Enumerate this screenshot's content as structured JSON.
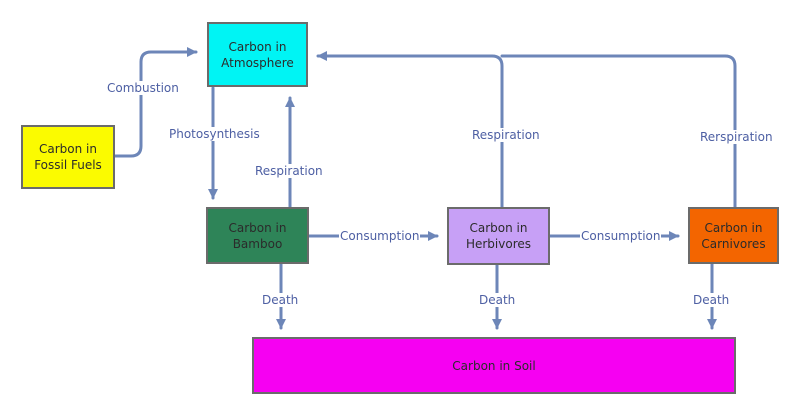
{
  "nodes": {
    "atmosphere": {
      "line1": "Carbon in",
      "line2": "Atmosphere",
      "color": "#00f4f4"
    },
    "fossil": {
      "line1": "Carbon in",
      "line2": "Fossil Fuels",
      "color": "#fbfb00"
    },
    "bamboo": {
      "line1": "Carbon in",
      "line2": "Bamboo",
      "color": "#2e8458"
    },
    "herbivores": {
      "line1": "Carbon in",
      "line2": "Herbivores",
      "color": "#c7a0f6"
    },
    "carnivores": {
      "line1": "Carbon in",
      "line2": "Carnivores",
      "color": "#f36500"
    },
    "soil": {
      "label": "Carbon in Soil",
      "color": "#f600f2"
    }
  },
  "edges": {
    "combustion": "Combustion",
    "photosynthesis": "Photosynthesis",
    "respiration_bamboo": "Respiration",
    "respiration_herbivores": "Respiration",
    "respiration_carnivores": "Rerspiration",
    "consumption_1": "Consumption",
    "consumption_2": "Consumption",
    "death_bamboo": "Death",
    "death_herbivores": "Death",
    "death_carnivores": "Death"
  },
  "colors": {
    "arrow": "#6d86b8",
    "label_text": "#4d5fa3",
    "node_border": "#6b6b6b"
  }
}
